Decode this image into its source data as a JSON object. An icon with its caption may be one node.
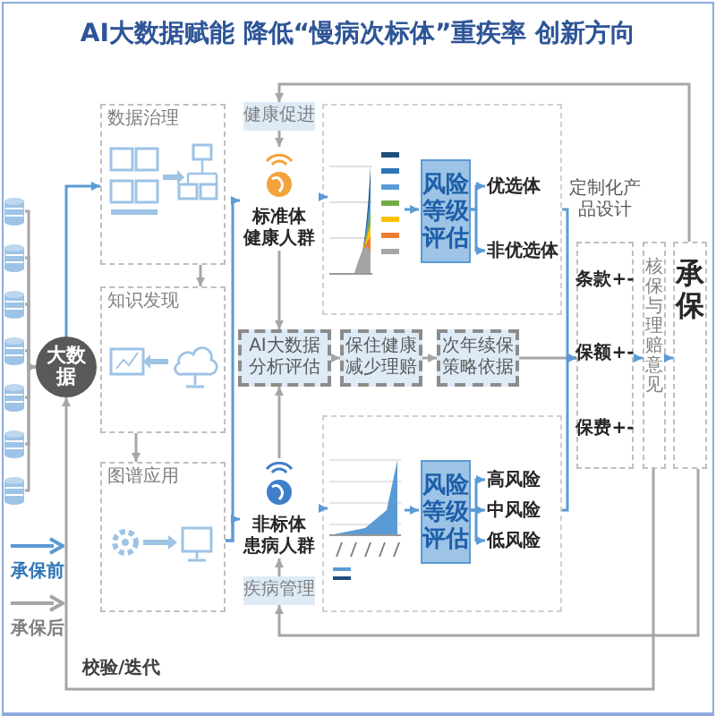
{
  "diagram": {
    "title": "AI大数据赋能 降低“慢病次标体”重疾率 创新方向",
    "nodes": [
      {
        "text": [],
        "shape": "cylinder"
      },
      {
        "text": [],
        "shape": "cylinder"
      },
      {
        "text": [],
        "shape": "cylinder"
      },
      {
        "text": [],
        "shape": "cylinder"
      },
      {
        "text": [],
        "shape": "cylinder"
      },
      {
        "text": [],
        "shape": "cylinder"
      },
      {
        "text": [],
        "shape": "cylinder"
      },
      {
        "text": [
          "大数据"
        ]
      },
      {
        "text": [
          "数据治理"
        ]
      },
      {
        "text": [
          "知识发现"
        ]
      },
      {
        "text": [
          "图谱应用"
        ]
      },
      {
        "text": [
          "健康促进"
        ]
      },
      {
        "text": [
          "标准体",
          "健康人群"
        ]
      },
      {
        "text": [
          "AI大数据分析评估"
        ]
      },
      {
        "text": [
          "非标体",
          "患病人群"
        ]
      },
      {
        "text": [
          "疾病管理"
        ]
      },
      {
        "text": [],
        "shape": "box"
      },
      {
        "text": [],
        "shape": "picture",
        "in": 16
      },
      {
        "text": [
          "风险等级评估"
        ],
        "in": 16
      },
      {
        "text": [
          "优选体"
        ],
        "in": 16
      },
      {
        "text": [
          "非优选体"
        ],
        "in": 16
      },
      {
        "text": [
          "保住健康减少理赔"
        ]
      },
      {
        "text": [
          "次年续保策略依据"
        ]
      },
      {
        "text": [],
        "shape": "box"
      },
      {
        "text": [],
        "shape": "picture",
        "in": 23
      },
      {
        "text": [
          "风险等级评估"
        ],
        "in": 23
      },
      {
        "text": [
          "高风险"
        ],
        "in": 23
      },
      {
        "text": [
          "中风险"
        ],
        "in": 23
      },
      {
        "text": [
          "低风险"
        ],
        "in": 23
      },
      {
        "text": [
          "定制化产品设计"
        ]
      },
      {
        "text": [
          "条款+-"
        ],
        "in": 29
      },
      {
        "text": [
          "保额+-"
        ],
        "in": 29
      },
      {
        "text": [
          "保费+-"
        ],
        "in": 29
      },
      {
        "text": [
          "核保与理赔意见"
        ]
      },
      {
        "text": [
          "承保"
        ]
      }
    ],
    "edges": [
      {
        "from": 0,
        "to": 7,
        "arrow": "to"
      },
      {
        "from": 1,
        "to": 7,
        "arrow": "to"
      },
      {
        "from": 2,
        "to": 7,
        "arrow": "to"
      },
      {
        "from": 3,
        "to": 7,
        "arrow": "to"
      },
      {
        "from": 4,
        "to": 7,
        "arrow": "to"
      },
      {
        "from": 5,
        "to": 7,
        "arrow": "to"
      },
      {
        "from": 6,
        "to": 7,
        "arrow": "to"
      },
      {
        "from": 7,
        "to": 8,
        "arrow": "to",
        "color": "#5b9bd5"
      },
      {
        "from": 8,
        "to": 9,
        "arrow": "to"
      },
      {
        "from": 9,
        "to": 10,
        "arrow": "to"
      },
      {
        "from": 10,
        "to": 12,
        "arrow": "to",
        "color": "#5b9bd5"
      },
      {
        "from": 10,
        "to": 14,
        "arrow": "to",
        "color": "#5b9bd5"
      },
      {
        "from": 11,
        "to": 12,
        "arrow": "to"
      },
      {
        "from": 12,
        "to": 17,
        "arrow": "to",
        "color": "#5b9bd5"
      },
      {
        "from": 12,
        "to": 13,
        "arrow": "to"
      },
      {
        "from": 14,
        "to": 13,
        "arrow": "to"
      },
      {
        "from": 15,
        "to": 14,
        "arrow": "to"
      },
      {
        "from": 14,
        "to": 24,
        "arrow": "to",
        "color": "#5b9bd5"
      },
      {
        "from": 17,
        "to": 18,
        "arrow": "to",
        "color": "#5b9bd5"
      },
      {
        "from": 18,
        "to": 19,
        "arrow": "to",
        "color": "#5b9bd5"
      },
      {
        "from": 18,
        "to": 20,
        "arrow": "to",
        "color": "#5b9bd5"
      },
      {
        "from": 13,
        "to": 21,
        "arrow": "to"
      },
      {
        "from": 21,
        "to": 22,
        "arrow": "to"
      },
      {
        "from": 22,
        "to": 29,
        "arrow": "to"
      },
      {
        "from": 16,
        "to": 29,
        "arrow": "to",
        "color": "#5b9bd5"
      },
      {
        "from": 24,
        "to": 25,
        "arrow": "to",
        "color": "#5b9bd5"
      },
      {
        "from": 25,
        "to": 26,
        "arrow": "to",
        "color": "#5b9bd5"
      },
      {
        "from": 25,
        "to": 27,
        "arrow": "to",
        "color": "#5b9bd5"
      },
      {
        "from": 25,
        "to": 28,
        "arrow": "to",
        "color": "#5b9bd5"
      },
      {
        "from": 23,
        "to": 29,
        "arrow": "to",
        "color": "#5b9bd5"
      },
      {
        "from": 29,
        "to": 33,
        "arrow": "to",
        "color": "#5b9bd5"
      },
      {
        "from": 33,
        "to": 34,
        "arrow": "to",
        "color": "#5b9bd5"
      },
      {
        "from": 34,
        "to": 11,
        "arrow": "to"
      },
      {
        "from": 34,
        "to": 15,
        "arrow": "to"
      },
      {
        "from": 33,
        "to": 7,
        "arrow": "to"
      }
    ],
    "labels": [
      "校验/迭代"
    ],
    "legend": [
      {
        "text": "承保前"
      },
      {
        "text": "承保后"
      }
    ]
  }
}
